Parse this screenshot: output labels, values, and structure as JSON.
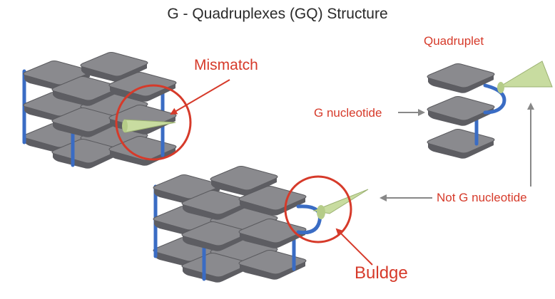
{
  "title": "G - Quadruplexes (GQ) Structure",
  "labels": {
    "mismatch": "Mismatch",
    "quadruplet": "Quadruplet",
    "g_nucleotide": "G nucleotide",
    "not_g_nucleotide": "Not G nucleotide",
    "buldge": "Buldge"
  },
  "colors": {
    "tile": "#6b6b6f",
    "tile_top": "#8a8a8e",
    "backbone": "#3a6cc4",
    "nucleotide_cone": "#c8dca0",
    "annotation": "#d63a2a",
    "arrow": "#888888"
  }
}
